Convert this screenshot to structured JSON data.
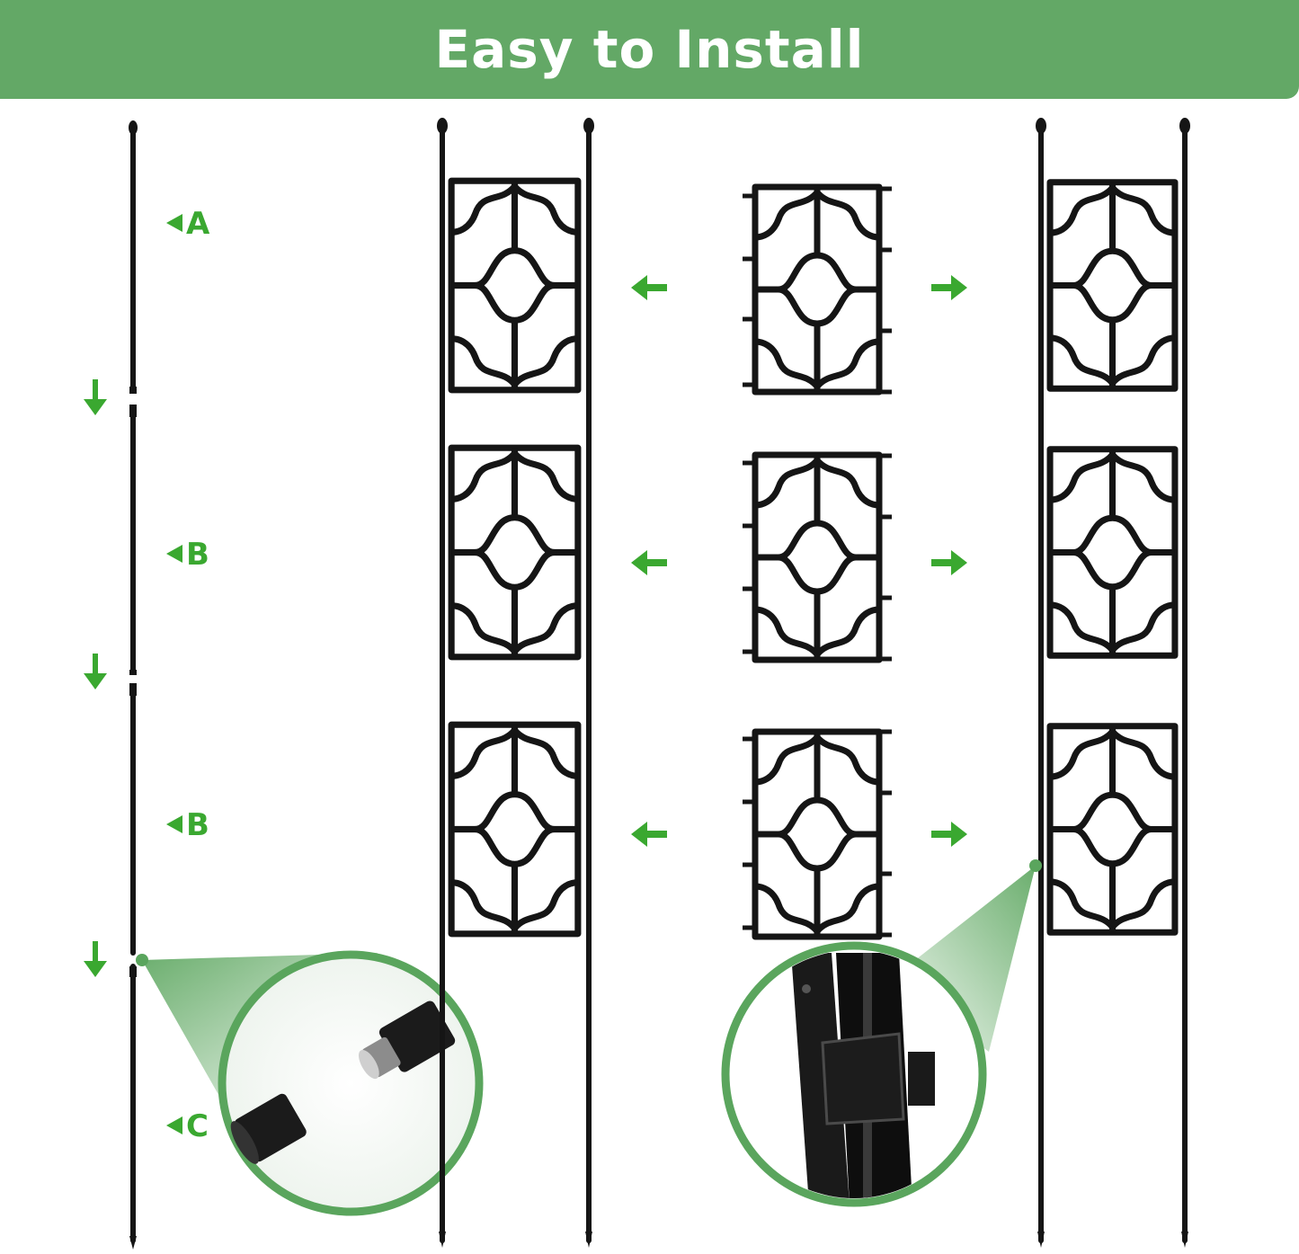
{
  "header": {
    "title": "Easy to Install"
  },
  "labels": {
    "a": "A",
    "b1": "B",
    "b2": "B",
    "c": "C"
  },
  "colors": {
    "banner": "#63a866",
    "accent": "#5aa55d",
    "arrow": "#3aa830",
    "metal": "#151515"
  },
  "icons": {
    "arrow_down": "arrow-down-icon",
    "arrow_left": "arrow-left-icon",
    "arrow_right": "arrow-right-icon",
    "pointer": "triangle-pointer-icon"
  }
}
